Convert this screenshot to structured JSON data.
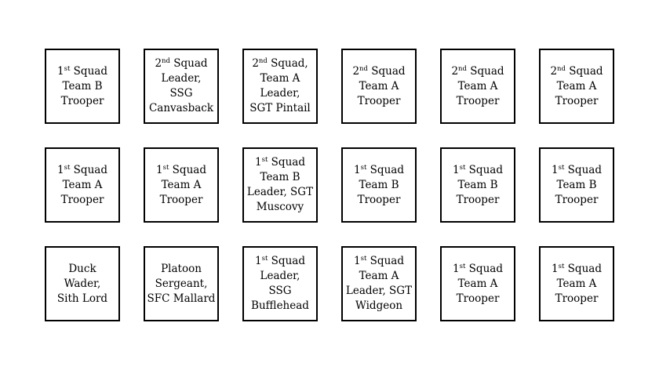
{
  "seats": [
    {
      "id": "r1c1",
      "lines": [
        {
          "text": "1",
          "sup": "st",
          "after": " Squad"
        },
        {
          "text": "Team B"
        },
        {
          "text": "Trooper"
        }
      ]
    },
    {
      "id": "r1c2",
      "lines": [
        {
          "text": "2",
          "sup": "nd",
          "after": " Squad"
        },
        {
          "text": "Leader,"
        },
        {
          "text": "SSG"
        },
        {
          "text": "Canvasback"
        }
      ]
    },
    {
      "id": "r1c3",
      "lines": [
        {
          "text": "2",
          "sup": "nd",
          "after": " Squad,"
        },
        {
          "text": "Team A"
        },
        {
          "text": "Leader,"
        },
        {
          "text": "SGT Pintail"
        }
      ]
    },
    {
      "id": "r1c4",
      "lines": [
        {
          "text": "2",
          "sup": "nd",
          "after": " Squad"
        },
        {
          "text": "Team A"
        },
        {
          "text": "Trooper"
        }
      ]
    },
    {
      "id": "r1c5",
      "lines": [
        {
          "text": "2",
          "sup": "nd",
          "after": " Squad"
        },
        {
          "text": "Team A"
        },
        {
          "text": "Trooper"
        }
      ]
    },
    {
      "id": "r1c6",
      "lines": [
        {
          "text": "2",
          "sup": "nd",
          "after": " Squad"
        },
        {
          "text": "Team A"
        },
        {
          "text": "Trooper"
        }
      ]
    },
    {
      "id": "r2c1",
      "lines": [
        {
          "text": "1",
          "sup": "st",
          "after": " Squad"
        },
        {
          "text": "Team A"
        },
        {
          "text": "Trooper"
        }
      ]
    },
    {
      "id": "r2c2",
      "lines": [
        {
          "text": "1",
          "sup": "st",
          "after": " Squad"
        },
        {
          "text": "Team A"
        },
        {
          "text": "Trooper"
        }
      ]
    },
    {
      "id": "r2c3",
      "lines": [
        {
          "text": "1",
          "sup": "st",
          "after": " Squad"
        },
        {
          "text": "Team B"
        },
        {
          "text": "Leader, SGT"
        },
        {
          "text": "Muscovy"
        }
      ]
    },
    {
      "id": "r2c4",
      "lines": [
        {
          "text": "1",
          "sup": "st",
          "after": " Squad"
        },
        {
          "text": "Team B"
        },
        {
          "text": "Trooper"
        }
      ]
    },
    {
      "id": "r2c5",
      "lines": [
        {
          "text": "1",
          "sup": "st",
          "after": " Squad"
        },
        {
          "text": "Team B"
        },
        {
          "text": "Trooper"
        }
      ]
    },
    {
      "id": "r2c6",
      "lines": [
        {
          "text": "1",
          "sup": "st",
          "after": " Squad"
        },
        {
          "text": "Team B"
        },
        {
          "text": "Trooper"
        }
      ]
    },
    {
      "id": "r3c1",
      "lines": [
        {
          "text": "Duck"
        },
        {
          "text": "Wader,"
        },
        {
          "text": "Sith Lord"
        }
      ]
    },
    {
      "id": "r3c2",
      "lines": [
        {
          "text": "Platoon"
        },
        {
          "text": "Sergeant,"
        },
        {
          "text": "SFC Mallard"
        }
      ]
    },
    {
      "id": "r3c3",
      "lines": [
        {
          "text": "1",
          "sup": "st",
          "after": " Squad"
        },
        {
          "text": "Leader,"
        },
        {
          "text": "SSG"
        },
        {
          "text": "Bufflehead"
        }
      ]
    },
    {
      "id": "r3c4",
      "lines": [
        {
          "text": "1",
          "sup": "st",
          "after": " Squad"
        },
        {
          "text": "Team A"
        },
        {
          "text": "Leader, SGT"
        },
        {
          "text": "Widgeon"
        }
      ]
    },
    {
      "id": "r3c5",
      "lines": [
        {
          "text": "1",
          "sup": "st",
          "after": " Squad"
        },
        {
          "text": "Team A"
        },
        {
          "text": "Trooper"
        }
      ]
    },
    {
      "id": "r3c6",
      "lines": [
        {
          "text": "1",
          "sup": "st",
          "after": " Squad"
        },
        {
          "text": "Team A"
        },
        {
          "text": "Trooper"
        }
      ]
    }
  ]
}
